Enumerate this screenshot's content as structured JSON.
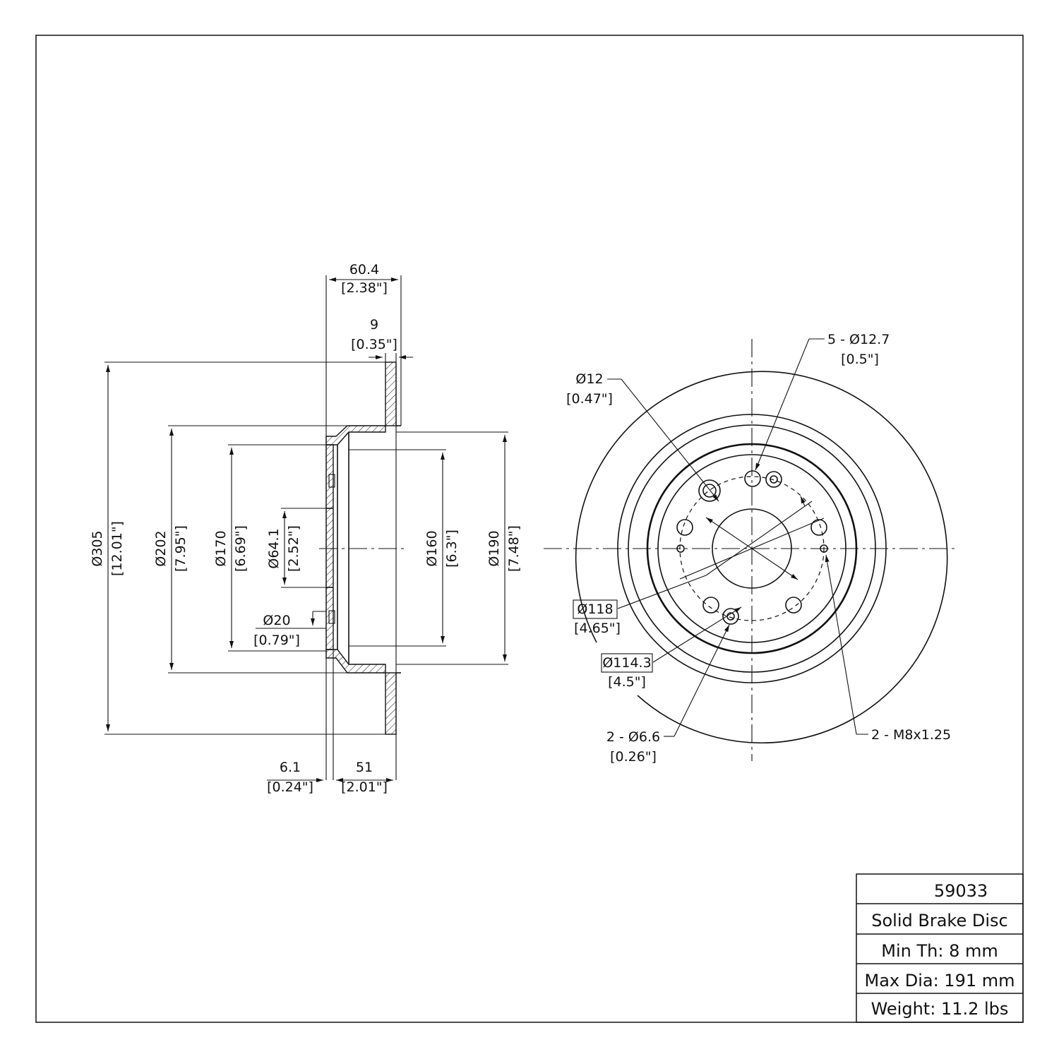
{
  "title_block": {
    "part_number": "59033",
    "description": "Solid Brake Disc",
    "min_thickness": "Min Th: 8 mm",
    "max_diameter": "Max Dia: 191 mm",
    "weight": "Weight: 11.2 lbs"
  },
  "side_view": {
    "overall_height": {
      "mm": "60.4",
      "in": "[2.38\"]"
    },
    "disc_thickness": {
      "mm": "9",
      "in": "[0.35\"]"
    },
    "outer_diameter": {
      "mm": "Ø305",
      "in": "[12.01\"]"
    },
    "hat_diameter": {
      "mm": "Ø202",
      "in": "[7.95\"]"
    },
    "hub_face_diameter": {
      "mm": "Ø170",
      "in": "[6.69\"]"
    },
    "center_bore": {
      "mm": "Ø64.1",
      "in": "[2.52\"]"
    },
    "inner_hat_diameter": {
      "mm": "Ø160",
      "in": "[6.3\"]"
    },
    "inner_drum_diameter": {
      "mm": "Ø190",
      "in": "[7.48\"]"
    },
    "hole_diameter": {
      "mm": "Ø20",
      "in": "[0.79\"]"
    },
    "hub_thickness": {
      "mm": "6.1",
      "in": "[0.24\"]"
    },
    "hat_depth": {
      "mm": "51",
      "in": "[2.01\"]"
    }
  },
  "front_view": {
    "lug_holes": {
      "mm": "5 - Ø12.7",
      "in": "[0.5\"]"
    },
    "pilot_hole": {
      "mm": "Ø12",
      "in": "[0.47\"]"
    },
    "pcd_outer": {
      "mm": "Ø118",
      "in": "[4.65\"]"
    },
    "pcd_inner": {
      "mm": "Ø114.3",
      "in": "[4.5\"]"
    },
    "small_holes": {
      "mm": "2 - Ø6.6",
      "in": "[0.26\"]"
    },
    "threaded_holes": {
      "mm": "2 - M8x1.25"
    }
  }
}
